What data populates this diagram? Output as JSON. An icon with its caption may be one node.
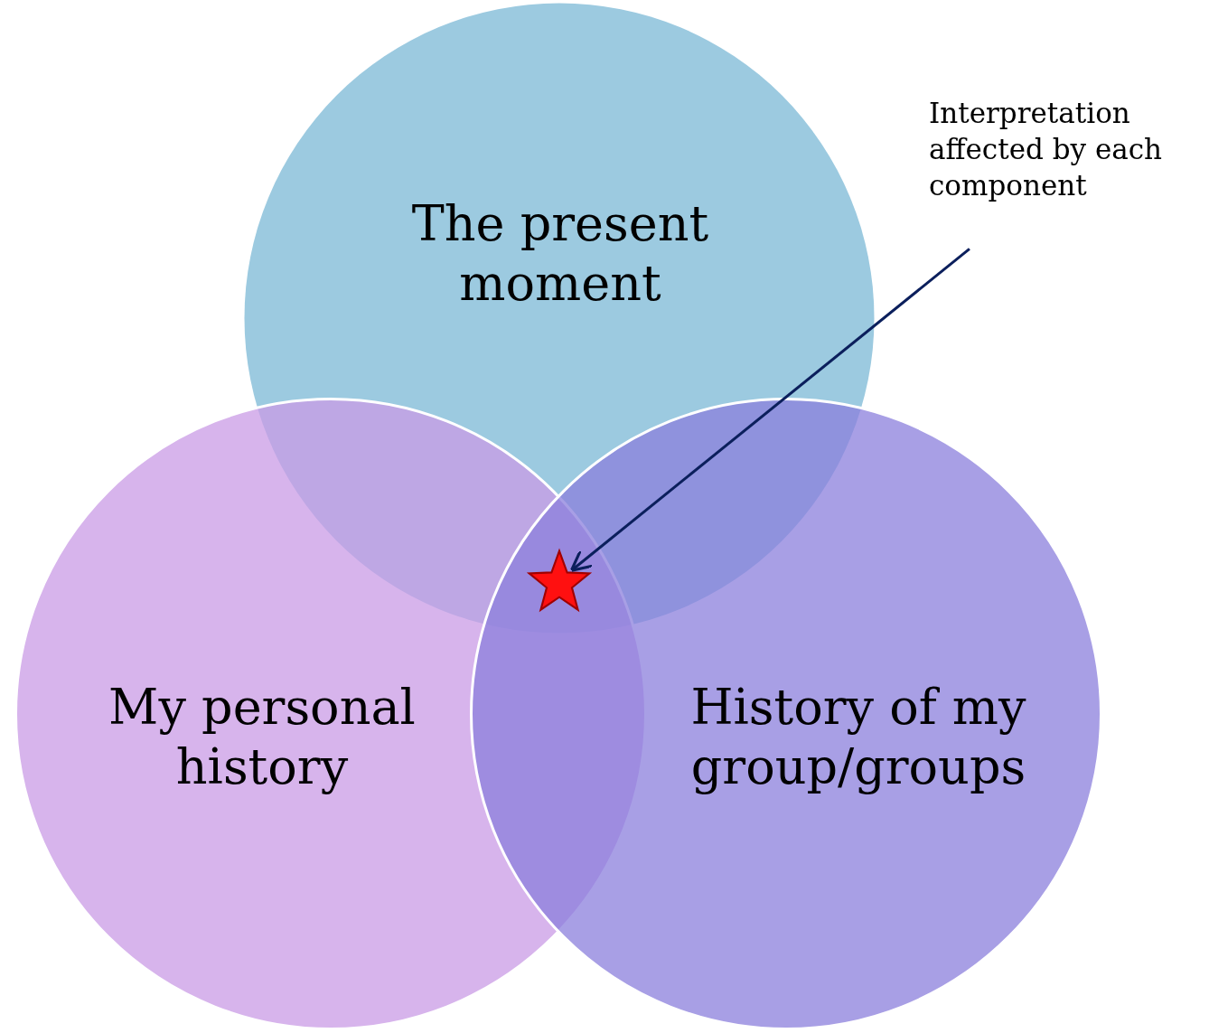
{
  "diagram": {
    "nodes": [
      {
        "text": [
          "The present moment"
        ]
      },
      {
        "text": [
          "My personal history"
        ]
      },
      {
        "text": [
          "History of my group/groups"
        ]
      },
      {
        "text": [
          "Interpretation affected by each component"
        ]
      },
      {
        "text": [],
        "shape": "star"
      }
    ],
    "edges": [
      {
        "from": 3,
        "to": 4,
        "arrow": "to"
      }
    ]
  }
}
